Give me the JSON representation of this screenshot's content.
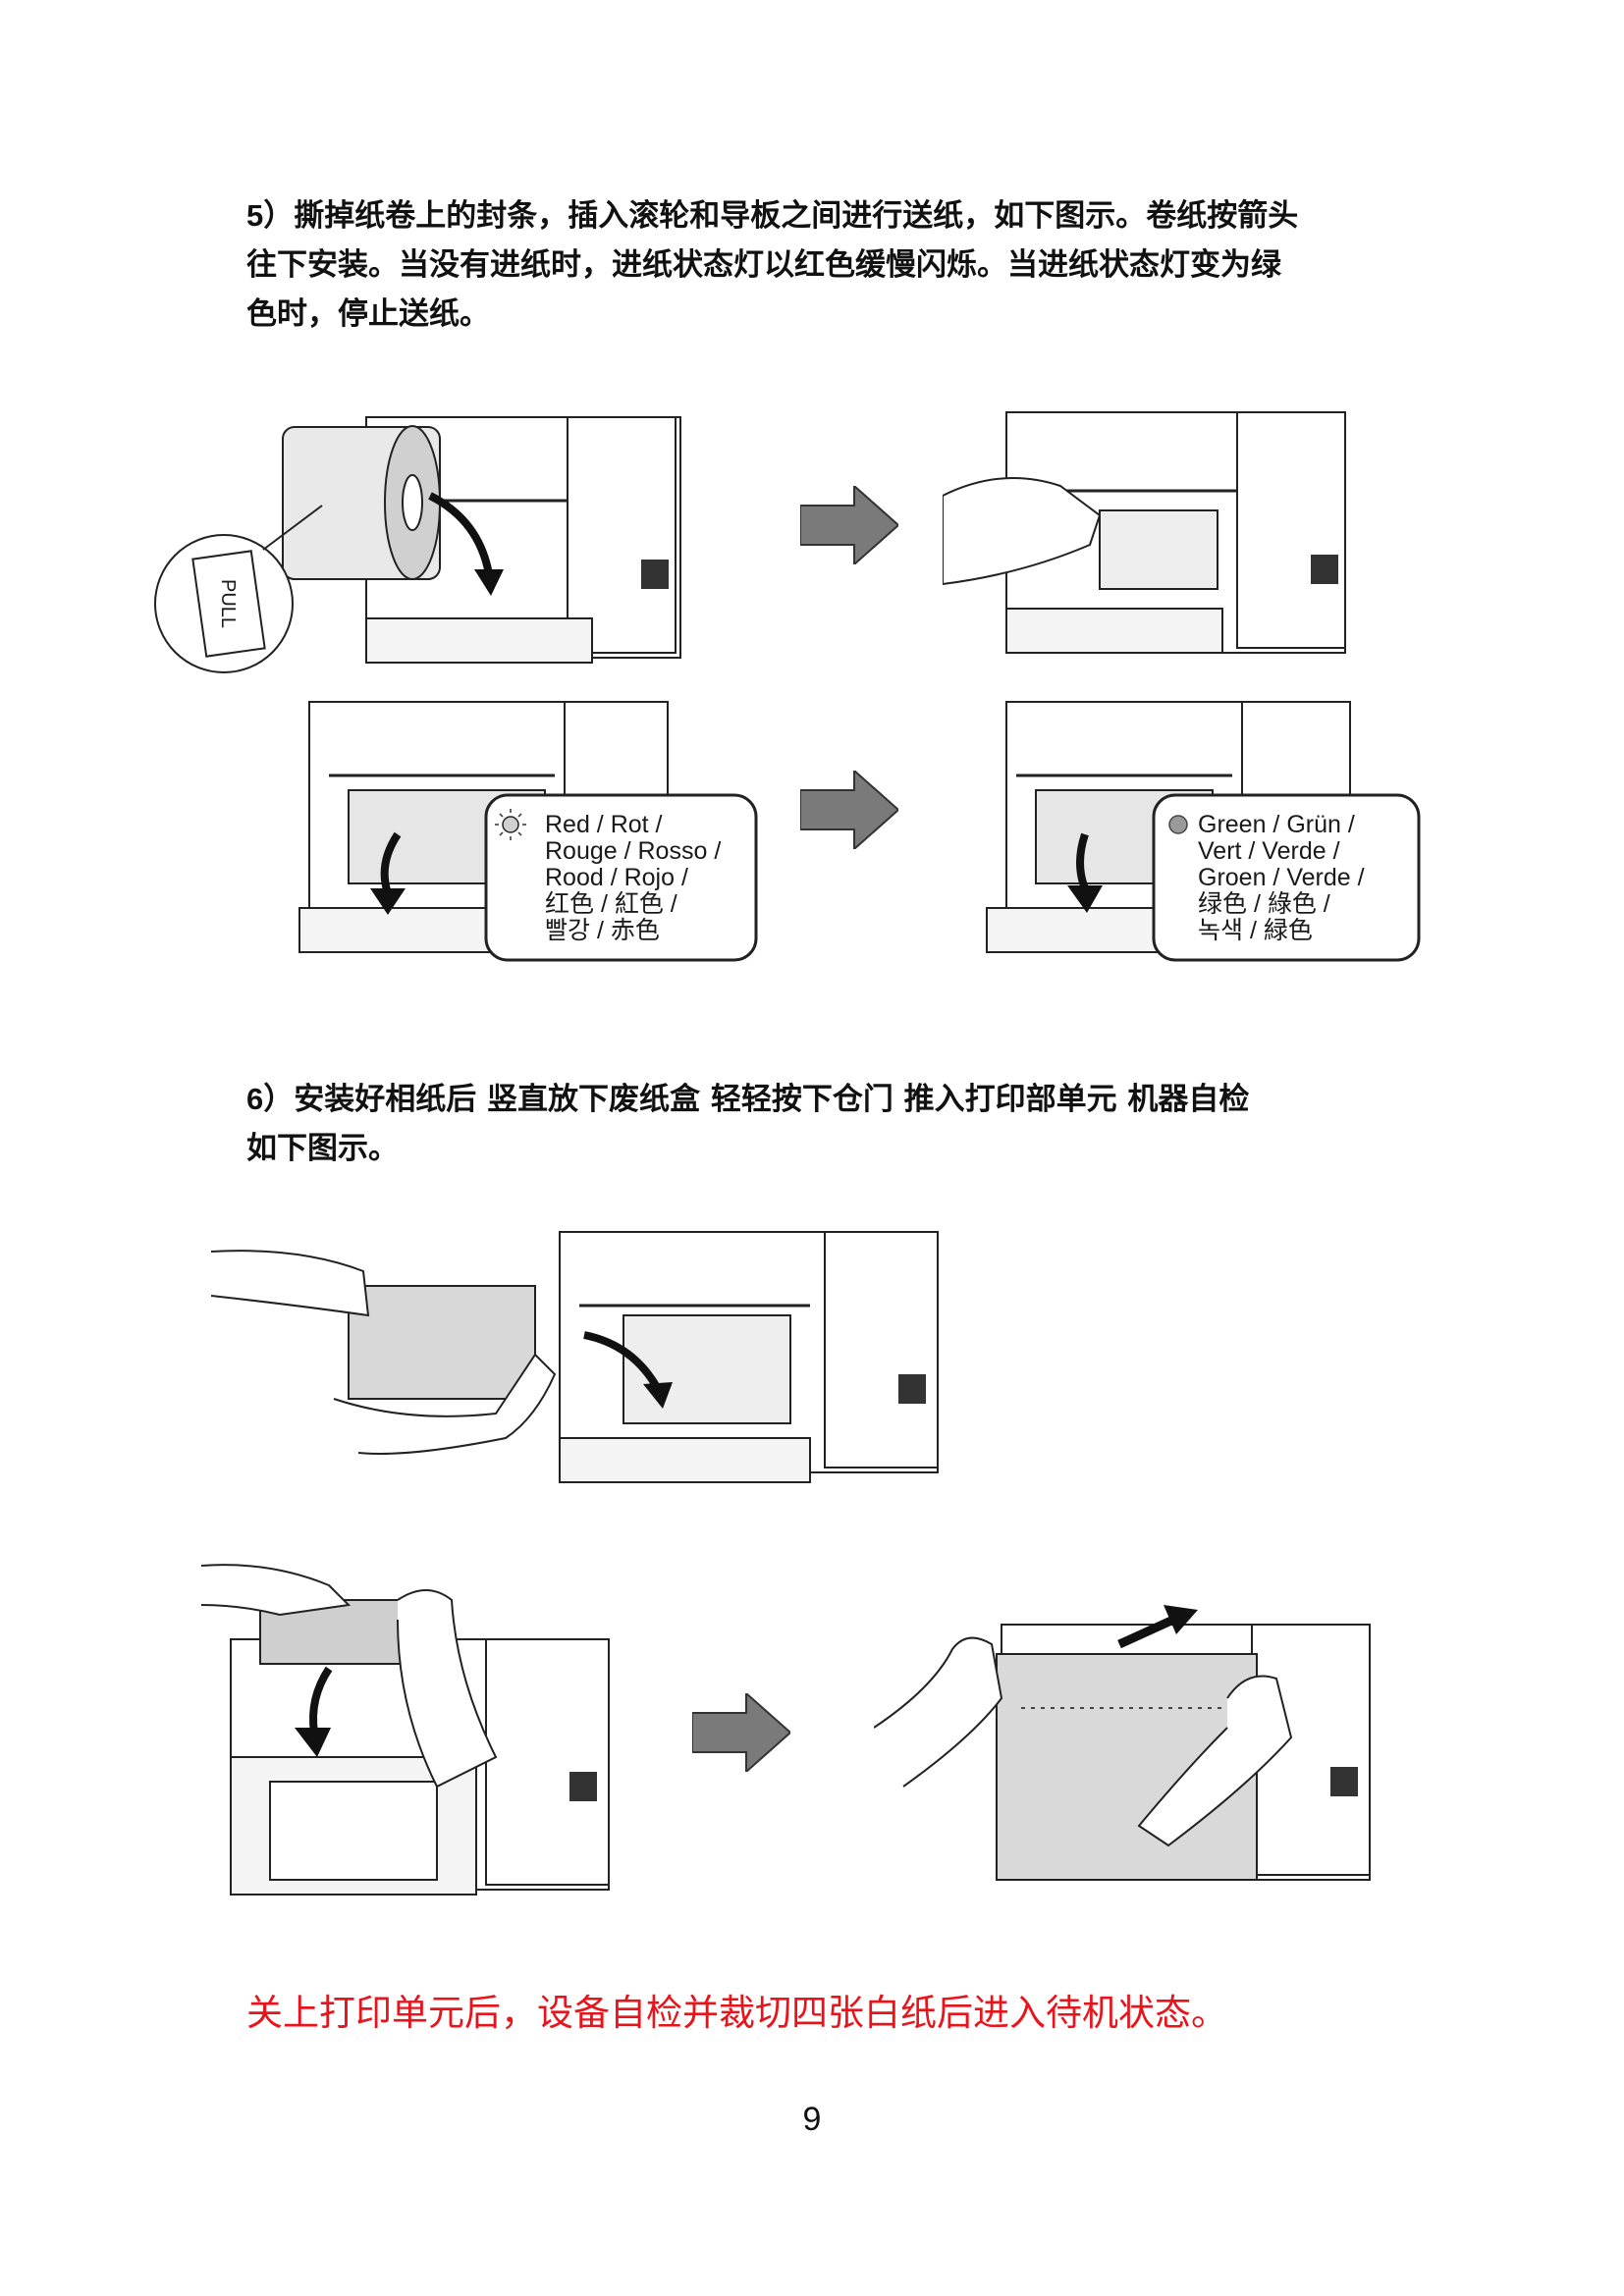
{
  "step5": {
    "number": "5）",
    "lines": [
      "撕掉纸卷上的封条，插入滚轮和导板之间进行送纸，如下图示。卷纸按箭头",
      "往下安装。当没有进纸时，进纸状态灯以红色缓慢闪烁。当进纸状态灯变为绿",
      "色时，停止送纸。"
    ]
  },
  "pull_label": "PULL",
  "red_callout": [
    "Red / Rot /",
    "Rouge / Rosso /",
    "Rood / Rojo /",
    "红色 / 紅色 /",
    "빨강 / 赤色"
  ],
  "green_callout": [
    "Green / Grün /",
    "Vert / Verde /",
    "Groen / Verde /",
    "绿色 / 綠色 /",
    "녹색 / 緑色"
  ],
  "step6": {
    "number": "6）",
    "lines": [
      "安装好相纸后 竖直放下废纸盒 轻轻按下仓门 推入打印部单元 机器自检",
      "如下图示。"
    ]
  },
  "red_note": "关上打印单元后，设备自检并裁切四张白纸后进入待机状态。",
  "page_number": "9",
  "colors": {
    "red_text": "#e8141c",
    "arrow_gray": "#7a7a7a",
    "red_led": "#d0d0d0",
    "green_led": "#9a9a9a"
  }
}
